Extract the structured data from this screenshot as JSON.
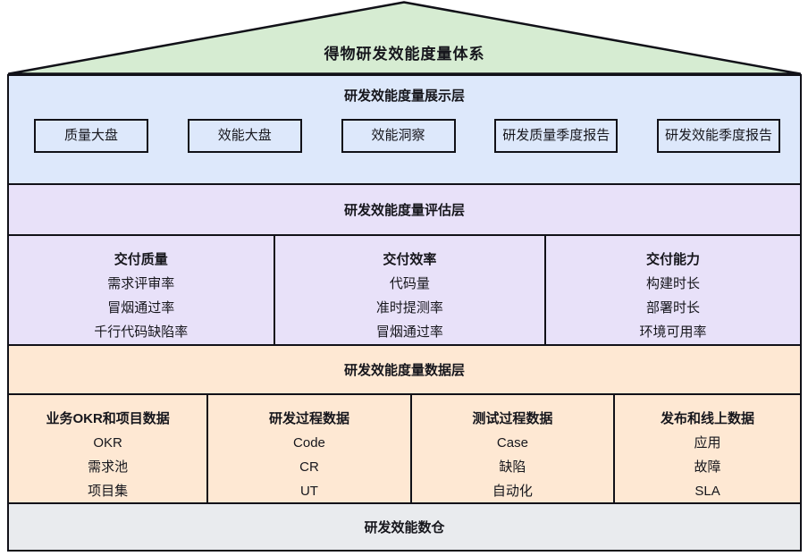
{
  "title": "得物研发效能度量体系",
  "colors": {
    "roof_green": "#d6ecd2",
    "display_blue": "#dde8fb",
    "evaluation_purple": "#e8e1f9",
    "data_orange": "#fee8d3",
    "warehouse_gray": "#e9ebee",
    "line_black": "#111118",
    "text": "#16161c"
  },
  "layers": {
    "display": {
      "header": "研发效能度量展示层",
      "boxes": [
        "质量大盘",
        "效能大盘",
        "效能洞察",
        "研发质量季度报告",
        "研发效能季度报告"
      ]
    },
    "evaluation": {
      "header": "研发效能度量评估层",
      "columns": [
        {
          "title": "交付质量",
          "items": [
            "需求评审率",
            "冒烟通过率",
            "千行代码缺陷率"
          ]
        },
        {
          "title": "交付效率",
          "items": [
            "代码量",
            "准时提测率",
            "冒烟通过率"
          ]
        },
        {
          "title": "交付能力",
          "items": [
            "构建时长",
            "部署时长",
            "环境可用率"
          ]
        }
      ]
    },
    "data": {
      "header": "研发效能度量数据层",
      "columns": [
        {
          "title": "业务OKR和项目数据",
          "items": [
            "OKR",
            "需求池",
            "项目集"
          ]
        },
        {
          "title": "研发过程数据",
          "items": [
            "Code",
            "CR",
            "UT"
          ]
        },
        {
          "title": "测试过程数据",
          "items": [
            "Case",
            "缺陷",
            "自动化"
          ]
        },
        {
          "title": "发布和线上数据",
          "items": [
            "应用",
            "故障",
            "SLA"
          ]
        }
      ]
    },
    "warehouse": {
      "header": "研发效能数仓"
    }
  }
}
